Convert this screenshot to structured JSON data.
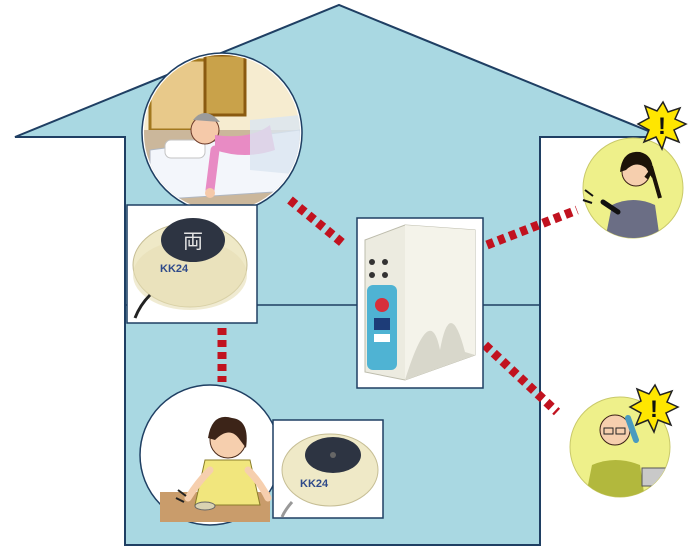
{
  "colors": {
    "house_fill": "#a9d8e2",
    "house_stroke": "#1f3f63",
    "signal": "#c1121f",
    "alert_yellow": "#ffe600",
    "call_bg": "#eef08a",
    "device": "#efeee4"
  },
  "labels": {
    "button_logo_1": "KK24",
    "button_logo_2": "KK24",
    "button_face_glyph": "両",
    "alert_mark_1": "!",
    "alert_mark_2": "!"
  }
}
